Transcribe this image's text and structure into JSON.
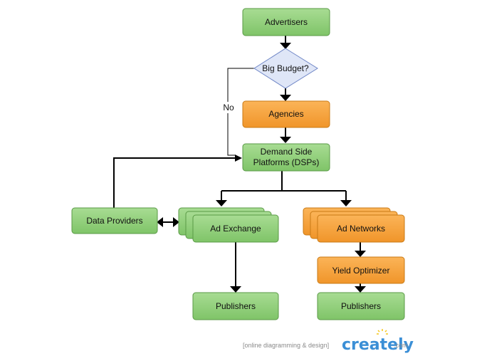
{
  "nodes": {
    "advertisers": "Advertisers",
    "big_budget": "Big Budget?",
    "no_label": "No",
    "agencies": "Agencies",
    "dsp_line1": "Demand Side",
    "dsp_line2": "Platforms (DSPs)",
    "data_providers": "Data Providers",
    "ad_exchange": "Ad Exchange",
    "ad_networks": "Ad Networks",
    "yield_optimizer": "Yield Optimizer",
    "publishers_left": "Publishers",
    "publishers_right": "Publishers"
  },
  "watermark": {
    "tagline": "[online diagramming & design]",
    "brand": "creately",
    "suffix": ".com"
  },
  "colors": {
    "green_fill": "#8fcf78",
    "green_stroke": "#5a9a46",
    "orange_fill": "#f7a23b",
    "orange_stroke": "#c97a16",
    "diamond_fill": "#dfe6f7",
    "diamond_stroke": "#6f86c6",
    "line": "#000000",
    "brand": "#3b8fd6"
  }
}
